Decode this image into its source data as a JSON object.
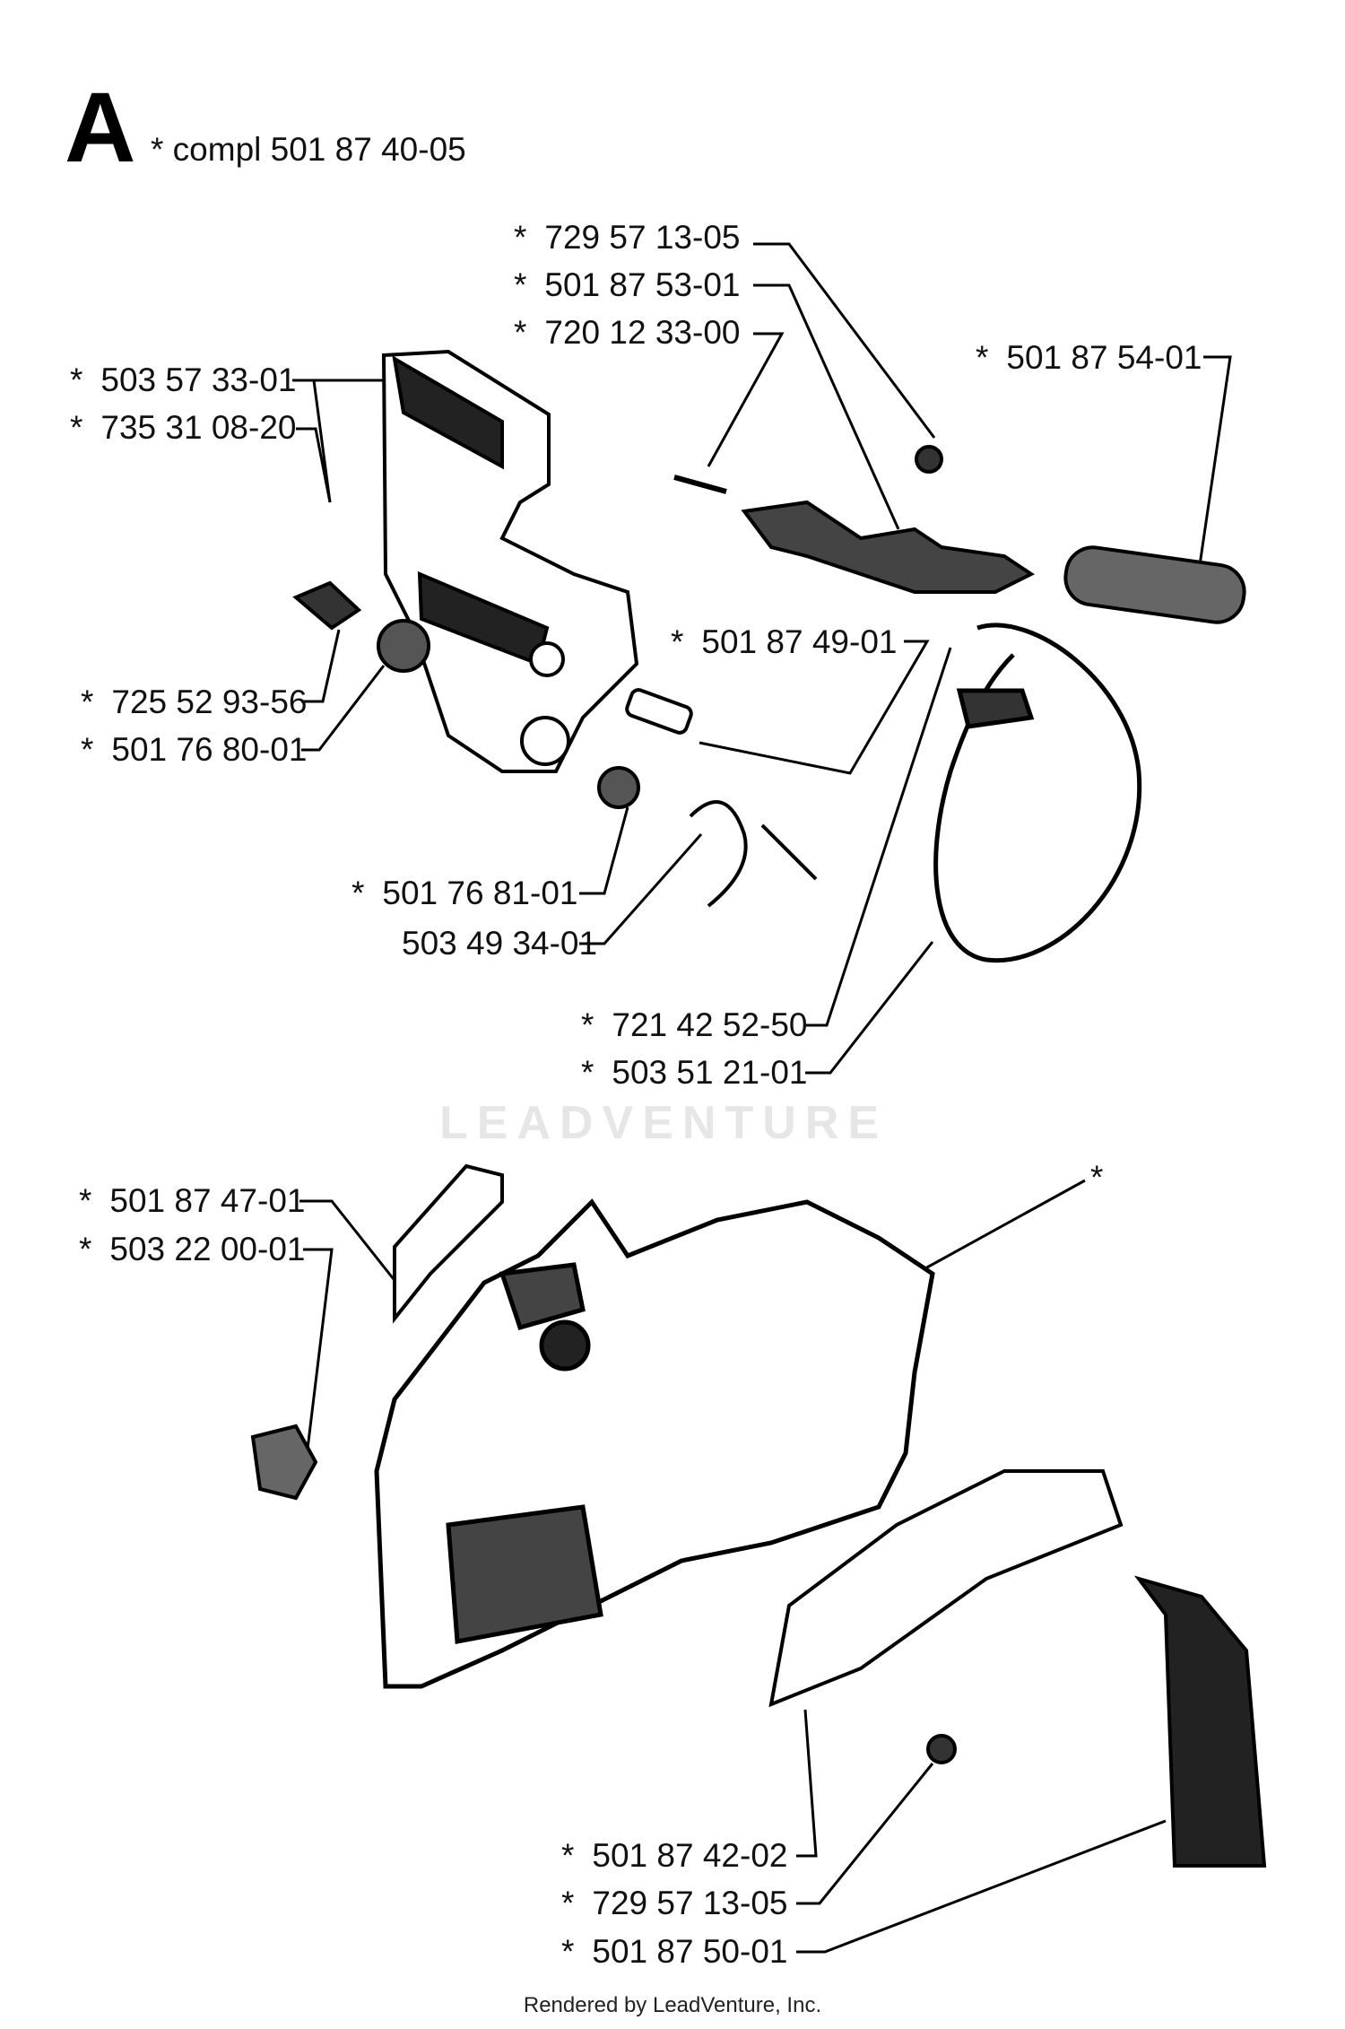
{
  "section": {
    "letter": "A",
    "compl_label": "* compl 501 87 40-05"
  },
  "labels": [
    {
      "id": "p1",
      "star": "*",
      "text": "729 57 13-05"
    },
    {
      "id": "p2",
      "star": "*",
      "text": "501 87 53-01"
    },
    {
      "id": "p3",
      "star": "*",
      "text": "720 12 33-00"
    },
    {
      "id": "p4",
      "star": "*",
      "text": "501 87 54-01"
    },
    {
      "id": "p5",
      "star": "*",
      "text": "503 57 33-01"
    },
    {
      "id": "p6",
      "star": "*",
      "text": "735 31 08-20"
    },
    {
      "id": "p7",
      "star": "*",
      "text": "501 87 49-01"
    },
    {
      "id": "p8",
      "star": "*",
      "text": "725 52 93-56"
    },
    {
      "id": "p9",
      "star": "*",
      "text": "501 76 80-01"
    },
    {
      "id": "p10",
      "star": "*",
      "text": "501 76 81-01"
    },
    {
      "id": "p11",
      "star": "",
      "text": "503 49 34-01"
    },
    {
      "id": "p12",
      "star": "*",
      "text": "721 42 52-50"
    },
    {
      "id": "p13",
      "star": "*",
      "text": "503 51 21-01"
    },
    {
      "id": "p14",
      "star": "*",
      "text": "501 87 47-01"
    },
    {
      "id": "p15",
      "star": "*",
      "text": "503 22 00-01"
    },
    {
      "id": "p16",
      "star": "*",
      "text": ""
    },
    {
      "id": "p17",
      "star": "*",
      "text": "501 87 42-02"
    },
    {
      "id": "p18",
      "star": "*",
      "text": "729 57 13-05"
    },
    {
      "id": "p19",
      "star": "*",
      "text": "501 87 50-01"
    }
  ],
  "watermark": "LEADVENTURE",
  "footer": "Rendered by LeadVenture, Inc."
}
